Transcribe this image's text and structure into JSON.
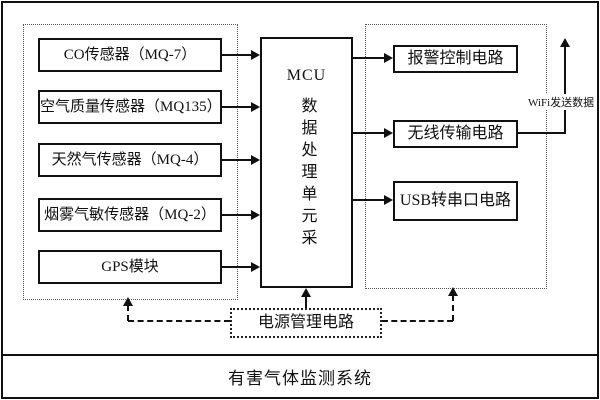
{
  "title": "有害气体监测系统",
  "sensors": [
    {
      "label": "CO传感器（MQ-7）"
    },
    {
      "label": "空气质量传感器（MQ135）"
    },
    {
      "label": "天然气传感器（MQ-4）"
    },
    {
      "label": "烟雾气敏传感器（MQ-2）"
    },
    {
      "label": "GPS模块"
    }
  ],
  "mcu": {
    "title": "MCU",
    "body": "数据处理单元采"
  },
  "circuits": [
    {
      "label": "报警控制电路"
    },
    {
      "label": "无线传输电路"
    },
    {
      "label": "USB转串口电路"
    }
  ],
  "annotations": {
    "wifi": "WiFi发送数据"
  },
  "power": {
    "label": "电源管理电路"
  },
  "colors": {
    "line": "#111111",
    "background": "#ffffff"
  }
}
